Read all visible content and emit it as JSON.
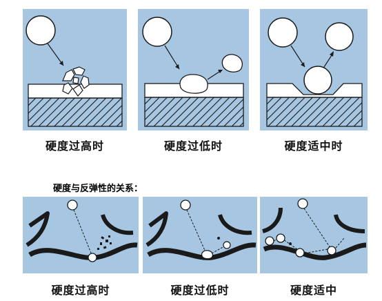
{
  "top_row": {
    "captions": [
      "硬度过高时",
      "硬度过低时",
      "硬度适中时"
    ]
  },
  "section_heading": "硬度与反弹性的关系：",
  "bottom_row": {
    "captions": [
      "硬度过高时",
      "硬度过低时",
      "硬度适中"
    ]
  },
  "colors": {
    "panel_background": "#a6c6e2",
    "line": "#1a1a1a",
    "fill": "#ffffff"
  }
}
